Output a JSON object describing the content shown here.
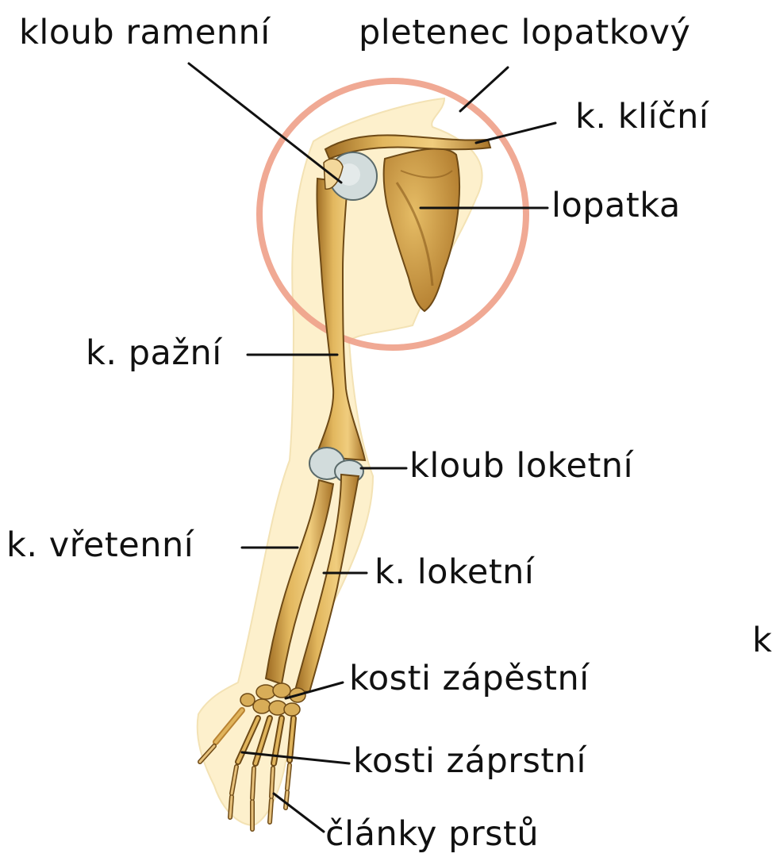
{
  "labels": {
    "kloub_ramenni": "kloub ramenní",
    "pletenec_lopatkovy": "pletenec lopatkový",
    "k_klicni": "k. klíční",
    "lopatka": "lopatka",
    "k_pazni": "k. pažní",
    "kloub_loketni": "kloub loketní",
    "k_vretenni": "k. vřetenní",
    "k_loketni": "k. loketní",
    "kosti_zapestni": "kosti zápěstní",
    "kosti_zaprstni": "kosti záprstní",
    "clanky_prstu": "články prstů",
    "edge_fragment": "k"
  },
  "colors": {
    "bone": "#d9a64a",
    "bone_light": "#f2d48a",
    "bone_dark": "#7a5418",
    "cartilage": "#d2dcdc",
    "skin": "#fdf0cc",
    "highlight_ring": "#eea088",
    "leader_line": "#111111"
  }
}
